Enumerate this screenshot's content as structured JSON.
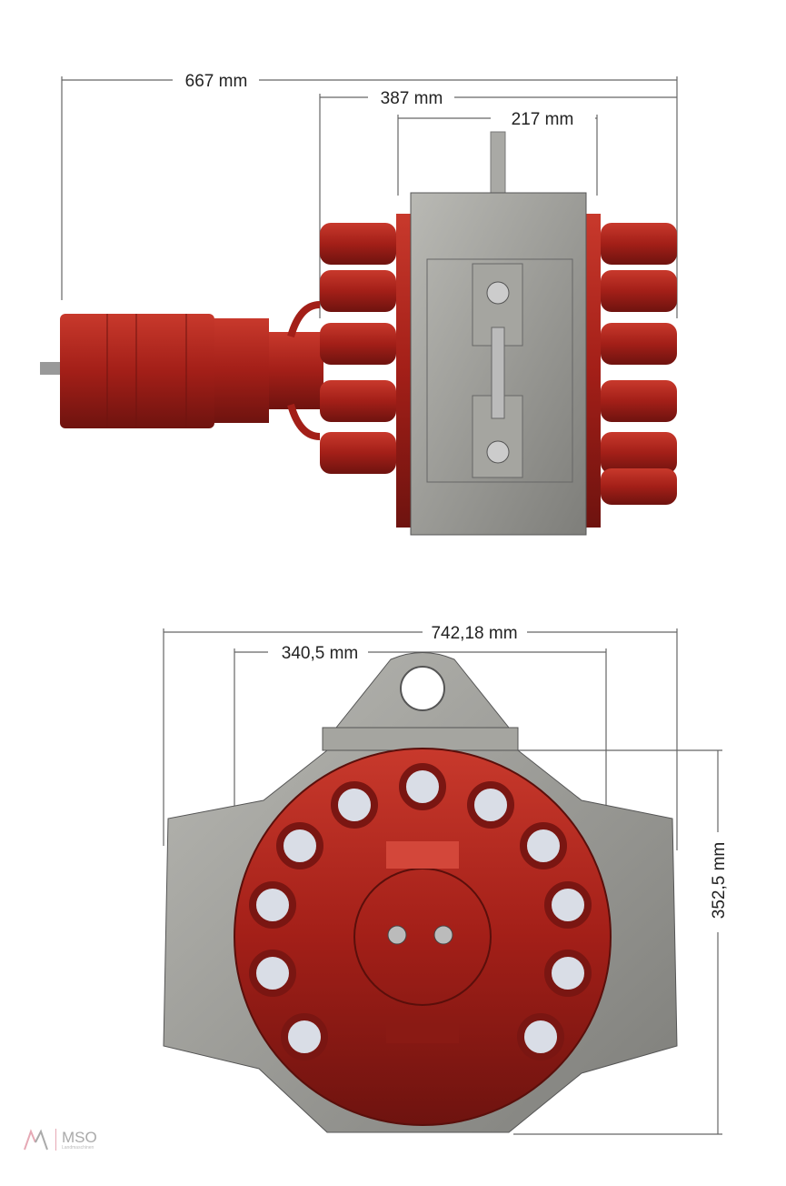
{
  "top_view": {
    "dimensions": {
      "overall_length": "667 mm",
      "head_length": "387 mm",
      "housing_width": "217 mm"
    }
  },
  "front_view": {
    "dimensions": {
      "overall_width": "742,18 mm",
      "disc_width": "340,5 mm",
      "height": "352,5 mm"
    }
  },
  "logo": {
    "text": "MSO",
    "subtext": "Landmaschinen"
  },
  "colors": {
    "machine_red": "#a0201a",
    "housing_grey": "#9a9a96",
    "dimension_line": "#555555"
  }
}
